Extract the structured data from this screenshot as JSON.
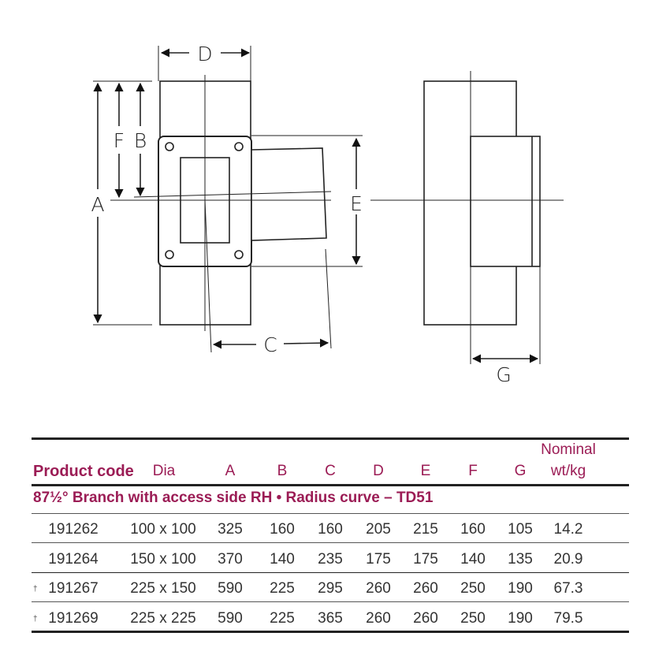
{
  "drawing": {
    "labels": {
      "A": "A",
      "B": "B",
      "C": "C",
      "D": "D",
      "E": "E",
      "F": "F",
      "G": "G"
    }
  },
  "table": {
    "headers": {
      "product_code": "Product code",
      "dia": "Dia",
      "A": "A",
      "B": "B",
      "C": "C",
      "D": "D",
      "E": "E",
      "F": "F",
      "G": "G",
      "wt_line1": "Nominal",
      "wt_line2": "wt/kg"
    },
    "section_title": "87½° Branch with access side RH • Radius curve – TD51",
    "rows": [
      {
        "marker": "",
        "code": "191262",
        "dia": "100 x 100",
        "A": "325",
        "B": "160",
        "C": "160",
        "D": "205",
        "E": "215",
        "F": "160",
        "G": "105",
        "wt": "14.2"
      },
      {
        "marker": "",
        "code": "191264",
        "dia": "150 x 100",
        "A": "370",
        "B": "140",
        "C": "235",
        "D": "175",
        "E": "175",
        "F": "140",
        "G": "135",
        "wt": "20.9"
      },
      {
        "marker": "†",
        "code": "191267",
        "dia": "225 x 150",
        "A": "590",
        "B": "225",
        "C": "295",
        "D": "260",
        "E": "260",
        "F": "250",
        "G": "190",
        "wt": "67.3"
      },
      {
        "marker": "†",
        "code": "191269",
        "dia": "225 x 225",
        "A": "590",
        "B": "225",
        "C": "365",
        "D": "260",
        "E": "260",
        "F": "250",
        "G": "190",
        "wt": "79.5"
      }
    ]
  },
  "colors": {
    "accent": "#9b1c55",
    "line": "#222222"
  }
}
